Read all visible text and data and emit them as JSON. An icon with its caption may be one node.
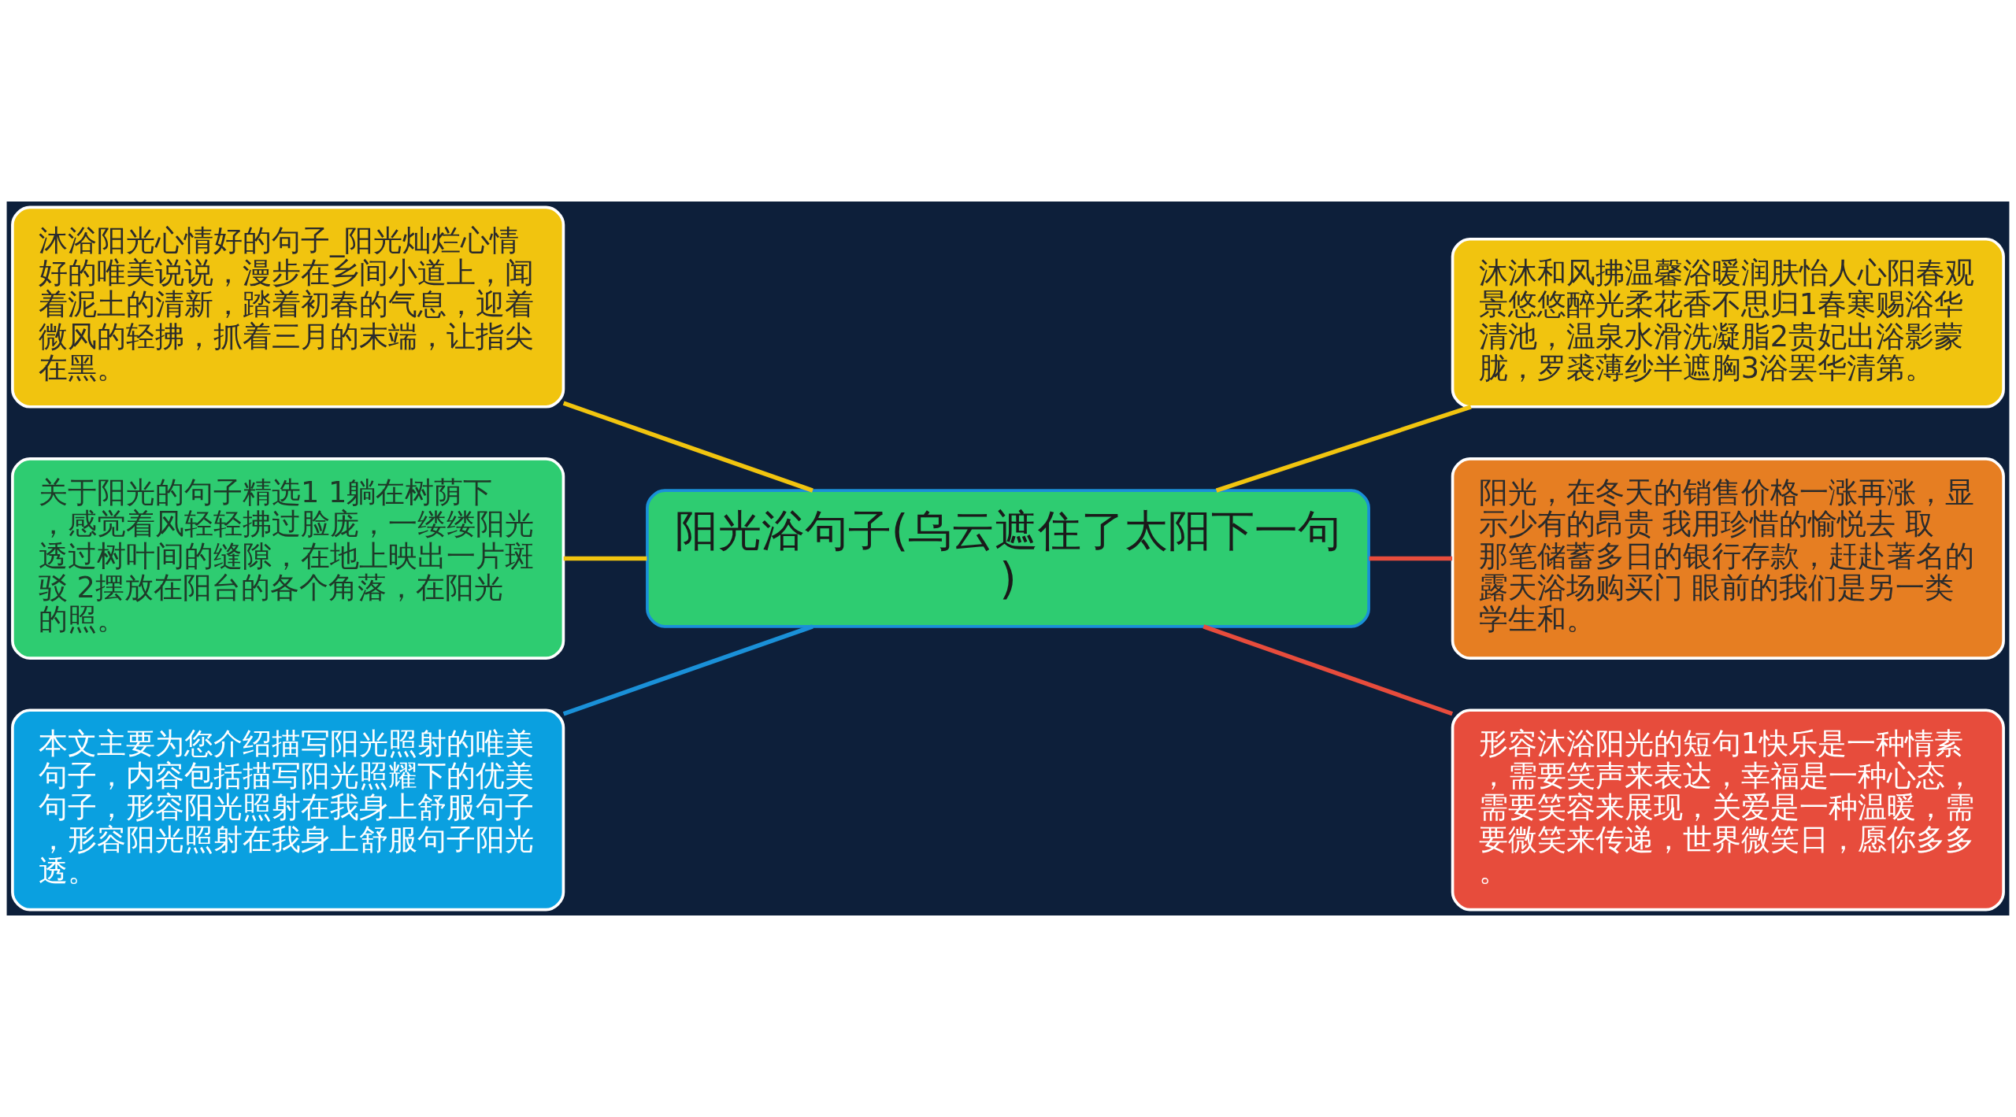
{
  "diagram": {
    "nodes": [
      {
        "text": [
          "阳光浴句子(乌云遮住了太阳下一句)"
        ]
      },
      {
        "text": [
          "沐浴阳光心情好的句子_阳光灿烂心情好的唯美说说，漫步在乡间小道上，闻着泥土的清新，踏着初春的气息，迎着微风的轻拂，抓着三月的末端，让指尖在黑。"
        ]
      },
      {
        "text": [
          "关于阳光的句子精选1 1躺在树荫下，感觉着风轻轻拂过脸庞，一缕缕阳光透过树叶间的缝隙，在地上映出一片斑驳 2摆放在阳台的各个角落，在阳光的照。"
        ]
      },
      {
        "text": [
          "本文主要为您介绍描写阳光照射的唯美句子，内容包括描写阳光照耀下的优美句子，形容阳光照射在我身上舒服句子，形容阳光照射在我身上舒服句子阳光透。"
        ]
      },
      {
        "text": [
          "沐沐和风拂温馨浴暖润肤怡人心阳春观景悠悠醉光柔花香不思归1春寒赐浴华清池，温泉水滑洗凝脂2贵妃出浴影蒙胧，罗裘薄纱半遮胸3浴罢华清第。"
        ]
      },
      {
        "text": [
          "阳光，在冬天的销售价格一涨再涨，显示少有的昂贵 我用珍惜的愉悦去 取那笔储蓄多日的银行存款，赶赴著名的露天浴场购买门 眼前的我们是另一类学生和。"
        ]
      },
      {
        "text": [
          "形容沐浴阳光的短句1快乐是一种情素，需要笑声来表达，幸福是一种心态，需要笑容来展现，关爱是一种温暖，需要微笑来传递，世界微笑日，愿你多多。"
        ]
      }
    ],
    "edges": [
      {
        "from": 0,
        "to": 1,
        "arrow": "none",
        "color": "#f1c40f"
      },
      {
        "from": 0,
        "to": 2,
        "arrow": "none",
        "color": "#f1c40f"
      },
      {
        "from": 0,
        "to": 3,
        "arrow": "none",
        "color": "#1a90d8"
      },
      {
        "from": 0,
        "to": 4,
        "arrow": "none",
        "color": "#f1c40f"
      },
      {
        "from": 0,
        "to": 5,
        "arrow": "none",
        "color": "#e74c3c"
      },
      {
        "from": 0,
        "to": 6,
        "arrow": "none",
        "color": "#e74c3c"
      }
    ]
  }
}
